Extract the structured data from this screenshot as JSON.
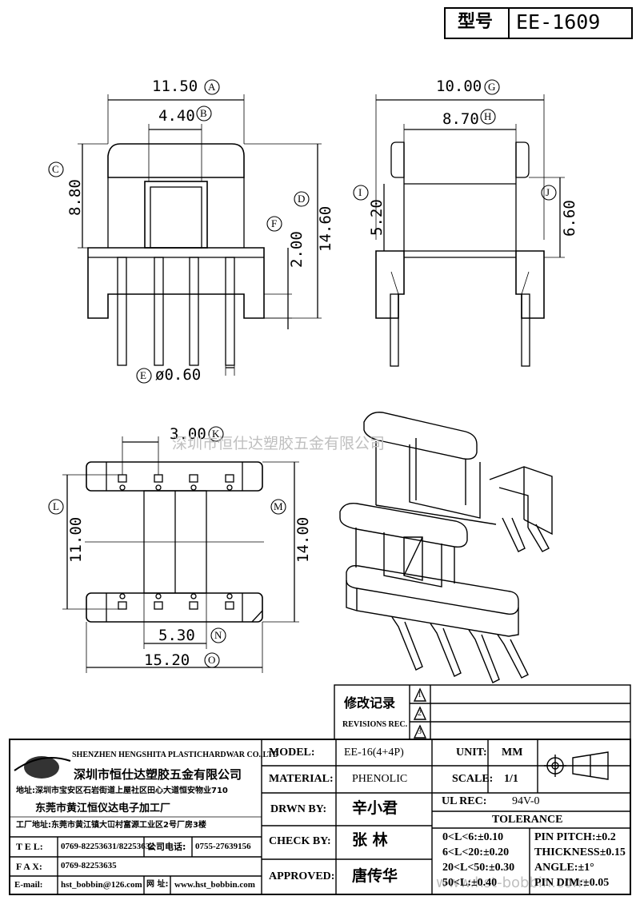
{
  "header": {
    "model_label": "型号",
    "model_value": "EE-1609"
  },
  "dimensions": {
    "A": {
      "value": "11.50",
      "mark": "A"
    },
    "B": {
      "value": "4.40",
      "mark": "B"
    },
    "C": {
      "value": "8.80",
      "mark": "C"
    },
    "D": {
      "value": "14.60",
      "mark": "D"
    },
    "E": {
      "value": "ø0.60",
      "mark": "E"
    },
    "F": {
      "value": "2.00",
      "mark": "F"
    },
    "G": {
      "value": "10.00",
      "mark": "G"
    },
    "H": {
      "value": "8.70",
      "mark": "H"
    },
    "I": {
      "value": "5.20",
      "mark": "I"
    },
    "J": {
      "value": "6.60",
      "mark": "J"
    },
    "K": {
      "value": "3.00",
      "mark": "K"
    },
    "L": {
      "value": "11.00",
      "mark": "L"
    },
    "M": {
      "value": "14.00",
      "mark": "M"
    },
    "N": {
      "value": "5.30",
      "mark": "N"
    },
    "O": {
      "value": "15.20",
      "mark": "O"
    }
  },
  "watermarks": {
    "cn": "深圳市恒仕达塑胶五金有限公司",
    "web": "www.hst-bobbin.com"
  },
  "revisions": {
    "title_cn": "修改记录",
    "title_en": "REVISIONS REC.",
    "marks": [
      "1",
      "2",
      "3"
    ]
  },
  "company": {
    "name_en": "SHENZHEN HENGSHITA PLASTICHARDWAR CO.,LTD",
    "name_cn": "深圳市恒仕达塑胶五金有限公司",
    "address": "地址:深圳市宝安区石岩街道上屋社区田心大道恒安物业710",
    "factory_cn": "东莞市黄江恒仪达电子加工厂",
    "factory_address": "工厂地址:东莞市黄江镇大冚村富源工业区2号厂房3楼",
    "tel_label": "T E L:",
    "tel_value": "0769-82253631/82253632",
    "co_tel_label": "公司电话:",
    "co_tel_value": "0755-27639156",
    "fax_label": "F A X:",
    "fax_value": "0769-82253635",
    "email_label": "E-mail:",
    "email_value": "hst_bobbin@126.com",
    "web_label": "网  址:",
    "web_value": "www.hst_bobbin.com"
  },
  "spec": {
    "model_label": "MODEL:",
    "model_value": "EE-16(4+4P)",
    "unit_label": "UNIT:",
    "unit_value": "MM",
    "material_label": "MATERIAL:",
    "material_value": "PHENOLIC",
    "scale_label": "SCALE:",
    "scale_value": "1/1",
    "drawn_label": "DRWN BY:",
    "drawn_value": "辛小君",
    "ul_label": "UL REC:",
    "ul_value": "94V-0",
    "tolerance_label": "TOLERANCE",
    "check_label": "CHECK BY:",
    "check_value": "张  林",
    "approved_label": "APPROVED:",
    "approved_value": "唐传华",
    "tol_lines": [
      "0<L<6:±0.10",
      "6<L<20:±0.20",
      "20<L<50:±0.30",
      "50<L:±0.40"
    ],
    "pitch_lines": [
      "PIN PITCH:±0.2",
      "THICKNESS±0.15",
      "ANGLE:±1°",
      "PIN DIM:±0.05"
    ]
  }
}
